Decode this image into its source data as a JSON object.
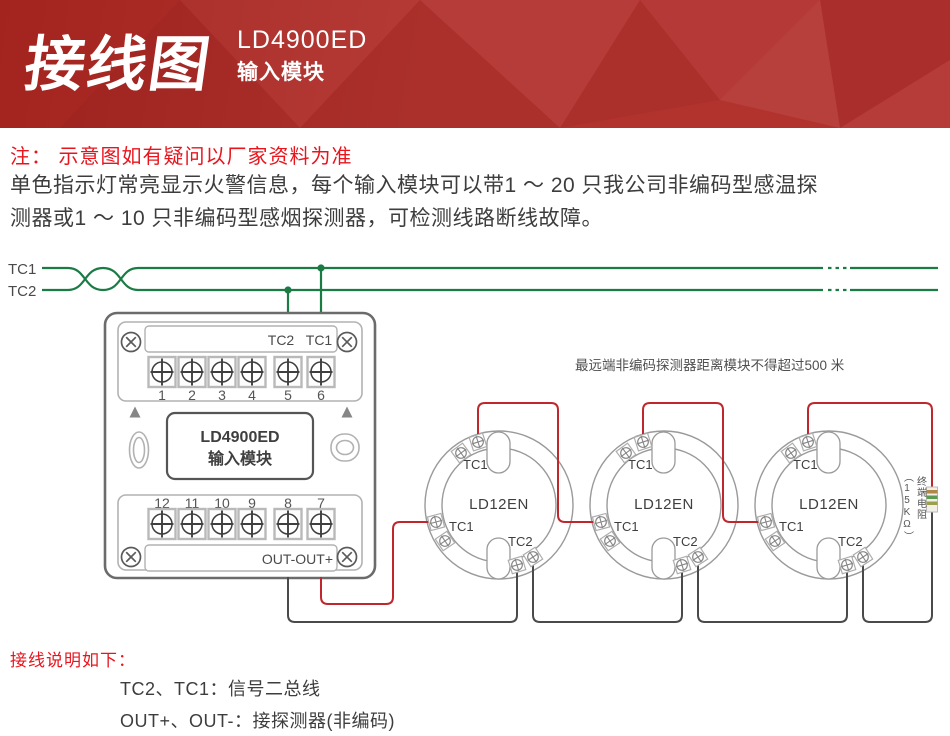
{
  "header": {
    "title": "接线图",
    "model": "LD4900ED",
    "module_name": "输入模块",
    "bg_color": "#b2322e"
  },
  "notes": {
    "warning": "注：  示意图如有疑问以厂家资料为准",
    "body_line1": "单色指示灯常亮显示火警信息，每个输入模块可以带1 ～ 20 只我公司非编码型感温探",
    "body_line2": "测器或1 ～ 10 只非编码型感烟探测器，可检测线路断线故障。",
    "warning_color": "#e8151d"
  },
  "diagram": {
    "bus": {
      "labels": [
        "TC1",
        "TC2"
      ],
      "wire_color": "#1a7b45"
    },
    "distance_note": "最远端非编码探测器距离模块不得超过500 米",
    "module": {
      "model": "LD4900ED",
      "name": "输入模块",
      "top_strip": [
        "TC2",
        "TC1"
      ],
      "top_terminals": [
        "1",
        "2",
        "3",
        "4",
        "5",
        "6"
      ],
      "bottom_terminals": [
        "12",
        "11",
        "10",
        "9",
        "8",
        "7"
      ],
      "bottom_strip": "OUT-OUT+"
    },
    "detectors": [
      {
        "model": "LD12EN",
        "top_label": "TC1",
        "left_label": "TC1",
        "bottom_label": "TC2"
      },
      {
        "model": "LD12EN",
        "top_label": "TC1",
        "left_label": "TC1",
        "bottom_label": "TC2"
      },
      {
        "model": "LD12EN",
        "top_label": "TC1",
        "left_label": "TC1",
        "bottom_label": "TC2"
      }
    ],
    "resistor": {
      "name": "终端电阻",
      "value": "（15KΩ）"
    },
    "wire_colors": {
      "positive": "#c0272d",
      "negative": "#4a4a4a"
    }
  },
  "legend": {
    "title": "接线说明如下：",
    "items": [
      "TC2、TC1：信号二总线",
      "OUT+、OUT-：接探测器(非编码)"
    ]
  }
}
